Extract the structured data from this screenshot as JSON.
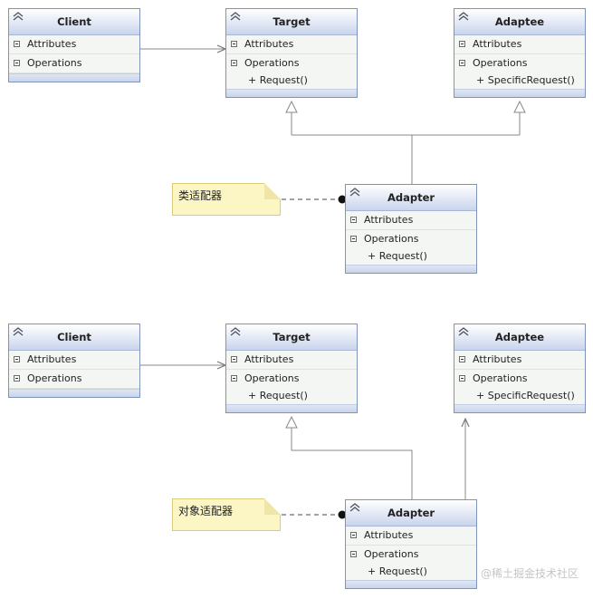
{
  "diagrams": [
    {
      "classes": {
        "client": {
          "name": "Client",
          "attributes_label": "Attributes",
          "operations_label": "Operations",
          "operations": []
        },
        "target": {
          "name": "Target",
          "attributes_label": "Attributes",
          "operations_label": "Operations",
          "operations": [
            "+ Request()"
          ]
        },
        "adaptee": {
          "name": "Adaptee",
          "attributes_label": "Attributes",
          "operations_label": "Operations",
          "operations": [
            "+ SpecificRequest()"
          ]
        },
        "adapter": {
          "name": "Adapter",
          "attributes_label": "Attributes",
          "operations_label": "Operations",
          "operations": [
            "+ Request()"
          ]
        }
      },
      "note": "类适配器"
    },
    {
      "classes": {
        "client": {
          "name": "Client",
          "attributes_label": "Attributes",
          "operations_label": "Operations",
          "operations": []
        },
        "target": {
          "name": "Target",
          "attributes_label": "Attributes",
          "operations_label": "Operations",
          "operations": [
            "+ Request()"
          ]
        },
        "adaptee": {
          "name": "Adaptee",
          "attributes_label": "Attributes",
          "operations_label": "Operations",
          "operations": [
            "+ SpecificRequest()"
          ]
        },
        "adapter": {
          "name": "Adapter",
          "attributes_label": "Attributes",
          "operations_label": "Operations",
          "operations": [
            "+ Request()"
          ]
        }
      },
      "note": "对象适配器"
    }
  ],
  "watermark": "@稀土掘金技术社区"
}
